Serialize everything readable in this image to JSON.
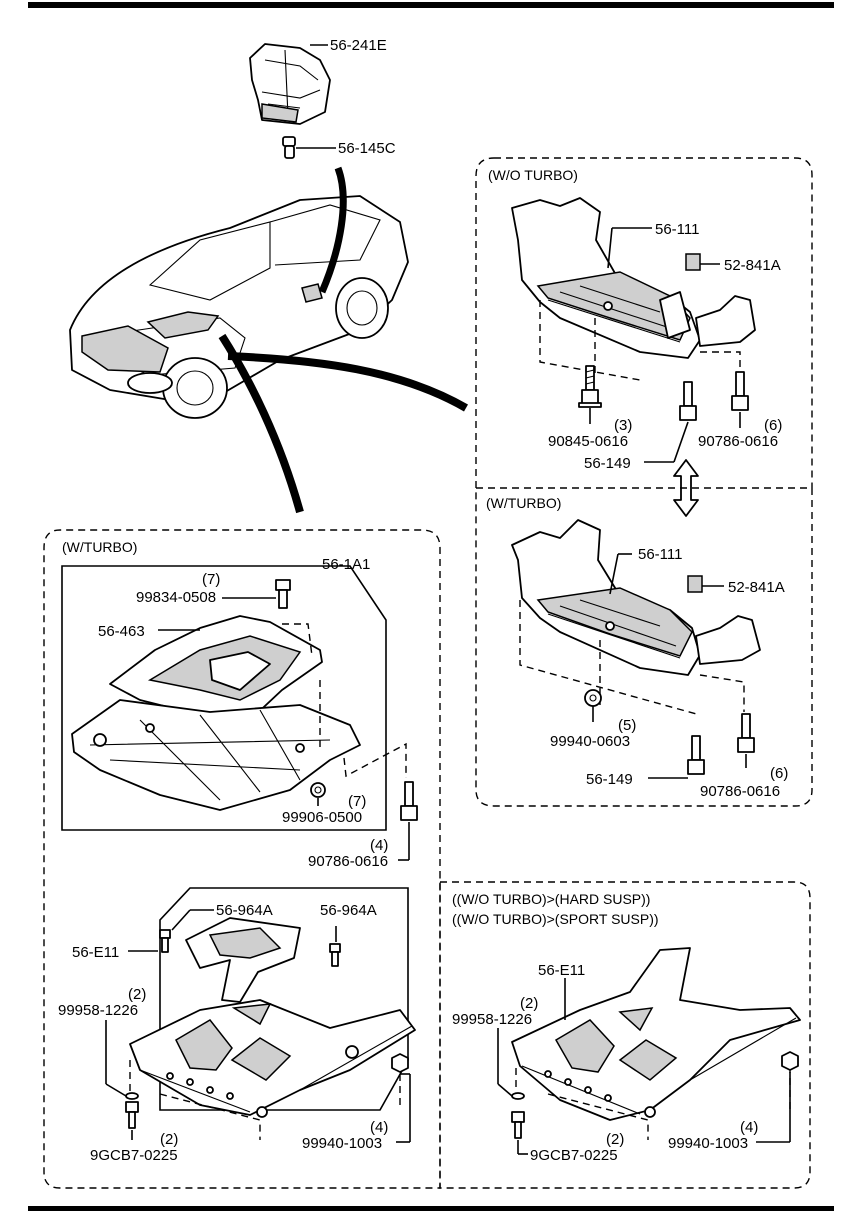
{
  "sections": {
    "wo_turbo": "(W/O TURBO)",
    "w_turbo_right": "(W/TURBO)",
    "w_turbo_left": "(W/TURBO)",
    "hard_susp": "((W/O TURBO)>(HARD SUSP))",
    "sport_susp": "((W/O TURBO)>(SPORT SUSP))"
  },
  "labels": {
    "p56_241E": "56-241E",
    "p56_145C": "56-145C",
    "r1_56_111": "56-111",
    "r1_52_841A": "52-841A",
    "r1_q3": "(3)",
    "r1_90845": "90845-0616",
    "r1_56_149": "56-149",
    "r1_q6": "(6)",
    "r1_90786": "90786-0616",
    "r2_56_111": "56-111",
    "r2_52_841A": "52-841A",
    "r2_q5": "(5)",
    "r2_99940_0603": "99940-0603",
    "r2_56_149": "56-149",
    "r2_q6": "(6)",
    "r2_90786": "90786-0616",
    "l1_56_1A1": "56-1A1",
    "l1_q7a": "(7)",
    "l1_99834": "99834-0508",
    "l1_56_463": "56-463",
    "l1_q7b": "(7)",
    "l1_99906": "99906-0500",
    "l1_q4": "(4)",
    "l1_90786": "90786-0616",
    "l2_56_964A_a": "56-964A",
    "l2_56_964A_b": "56-964A",
    "l2_56_E11": "56-E11",
    "l2_q2a": "(2)",
    "l2_99958": "99958-1226",
    "l2_q2b": "(2)",
    "l2_9GCB7": "9GCB7-0225",
    "l2_q4": "(4)",
    "l2_99940_1003": "99940-1003",
    "r3_56_E11": "56-E11",
    "r3_q2a": "(2)",
    "r3_99958": "99958-1226",
    "r3_q2b": "(2)",
    "r3_9GCB7": "9GCB7-0225",
    "r3_q4": "(4)",
    "r3_99940_1003": "99940-1003"
  }
}
